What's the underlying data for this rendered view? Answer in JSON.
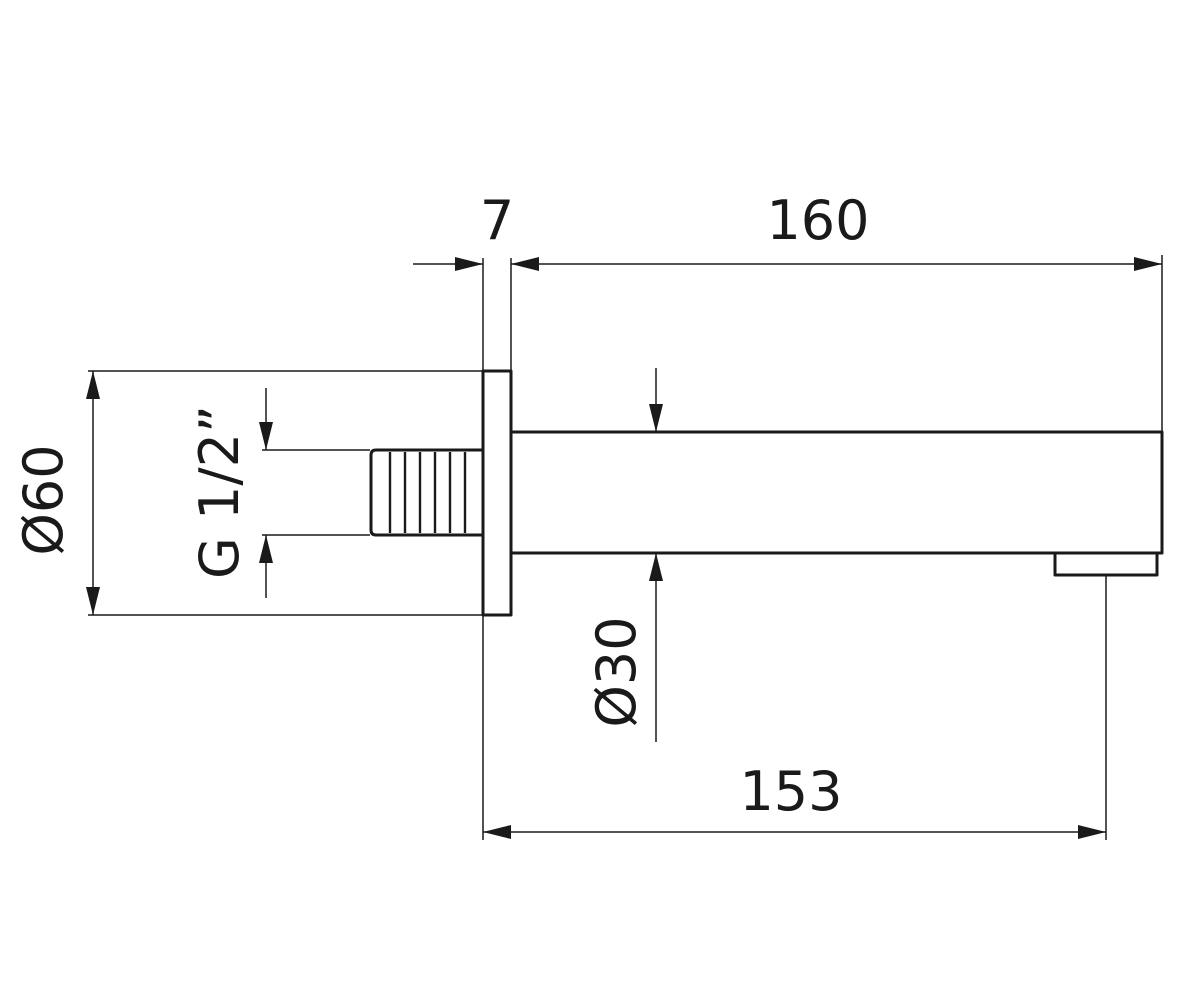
{
  "dimensions": {
    "flange_thickness": "7",
    "spout_length": "160",
    "outlet_distance": "153",
    "flange_diameter": "Ø60",
    "spout_diameter": "Ø30",
    "thread_size": "G 1/2”"
  },
  "colors": {
    "line": "#1a1a1a",
    "background": "#ffffff"
  }
}
